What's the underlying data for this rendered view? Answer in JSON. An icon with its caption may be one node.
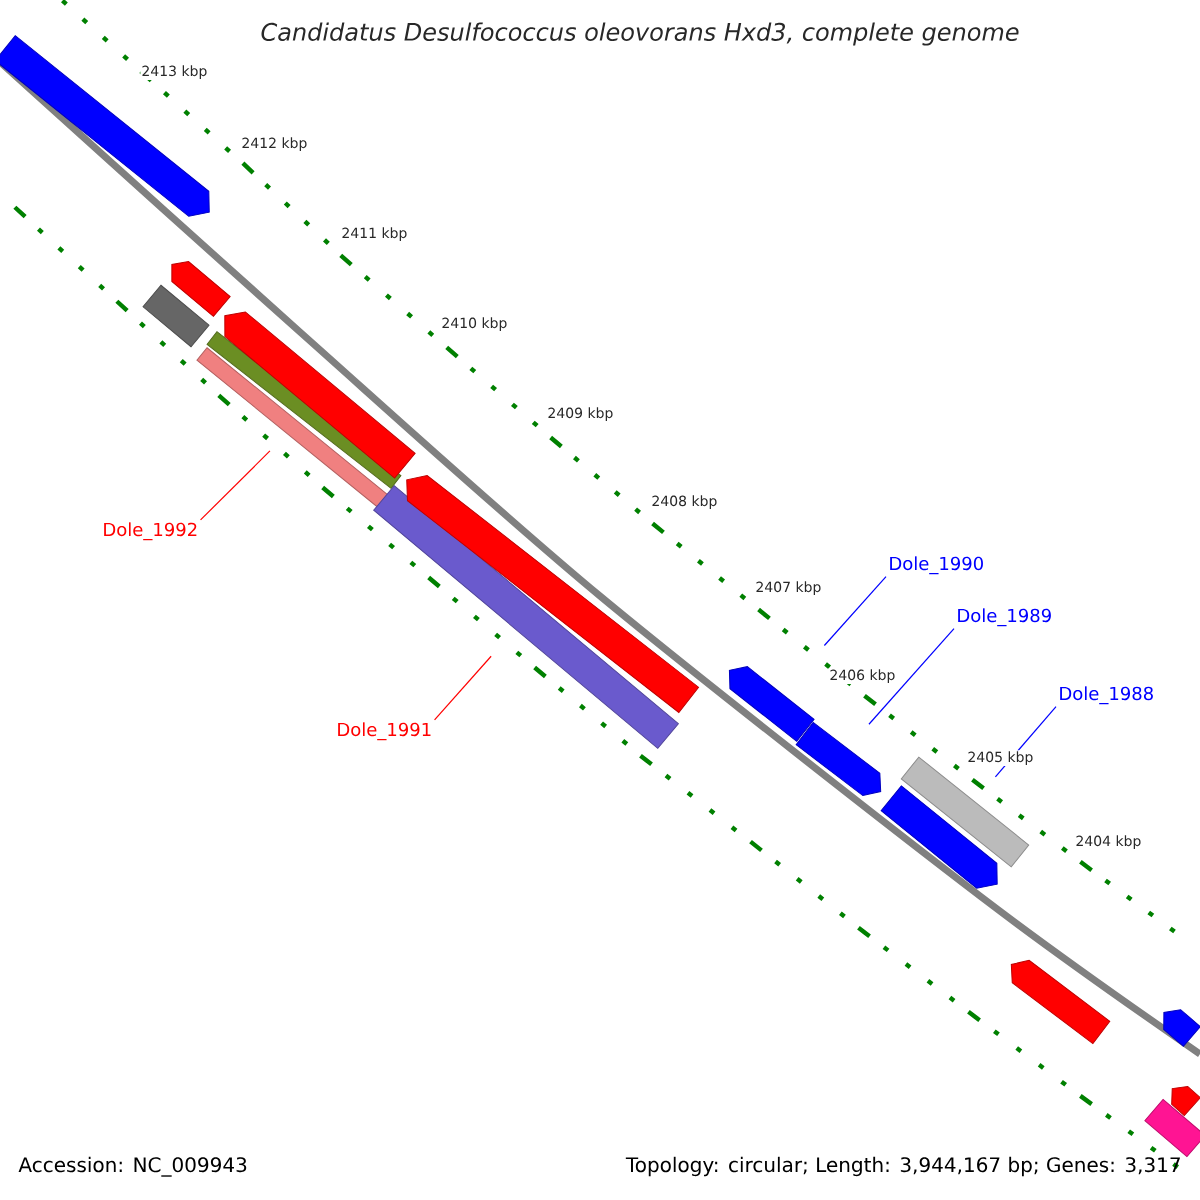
{
  "diagram": {
    "title": "Candidatus Desulfococcus oleovorans Hxd3, complete genome",
    "nodes": [
      {
        "text": [
          "Dole_1992"
        ]
      },
      {
        "text": [
          "Dole_1990"
        ]
      },
      {
        "text": [
          "Dole_1989"
        ]
      },
      {
        "text": [
          "Dole_1988"
        ]
      },
      {
        "text": [
          "Dole_1991"
        ]
      },
      {
        "text": [],
        "shape": "arrow"
      },
      {
        "text": [],
        "shape": "bar"
      },
      {
        "text": [],
        "shape": "arrow"
      },
      {
        "text": [],
        "shape": "bar"
      },
      {
        "text": [],
        "shape": "bar"
      },
      {
        "text": [],
        "shape": "arrow"
      },
      {
        "text": [],
        "shape": "bar"
      },
      {
        "text": [],
        "shape": "arrow"
      },
      {
        "text": [],
        "shape": "arrow"
      },
      {
        "text": [],
        "shape": "arrow"
      },
      {
        "text": [],
        "shape": "bar"
      },
      {
        "text": [],
        "shape": "arrow"
      },
      {
        "text": [],
        "shape": "arrow"
      },
      {
        "text": [],
        "shape": "bar"
      },
      {
        "text": [],
        "shape": "arrow"
      },
      {
        "text": [],
        "shape": "arrow"
      }
    ],
    "edges": [
      {
        "from": 0,
        "to": 8,
        "arrow": "none",
        "color": "#ff0000"
      },
      {
        "from": 1,
        "to": 13,
        "arrow": "none"
      },
      {
        "from": 2,
        "to": 14,
        "arrow": "none"
      },
      {
        "from": 3,
        "to": 15,
        "arrow": "none"
      },
      {
        "from": 4,
        "to": 11,
        "arrow": "none",
        "color": "#ff0000"
      }
    ],
    "labels": [
      "2413 kbp",
      "2412 kbp",
      "2411 kbp",
      "2410 kbp",
      "2409 kbp",
      "2408 kbp",
      "2407 kbp",
      "2406 kbp",
      "2405 kbp",
      "2404 kbp",
      "Accession: NC_009943",
      "Topology: circular; Length: 3,944,167 bp; Genes: 3,317"
    ]
  }
}
